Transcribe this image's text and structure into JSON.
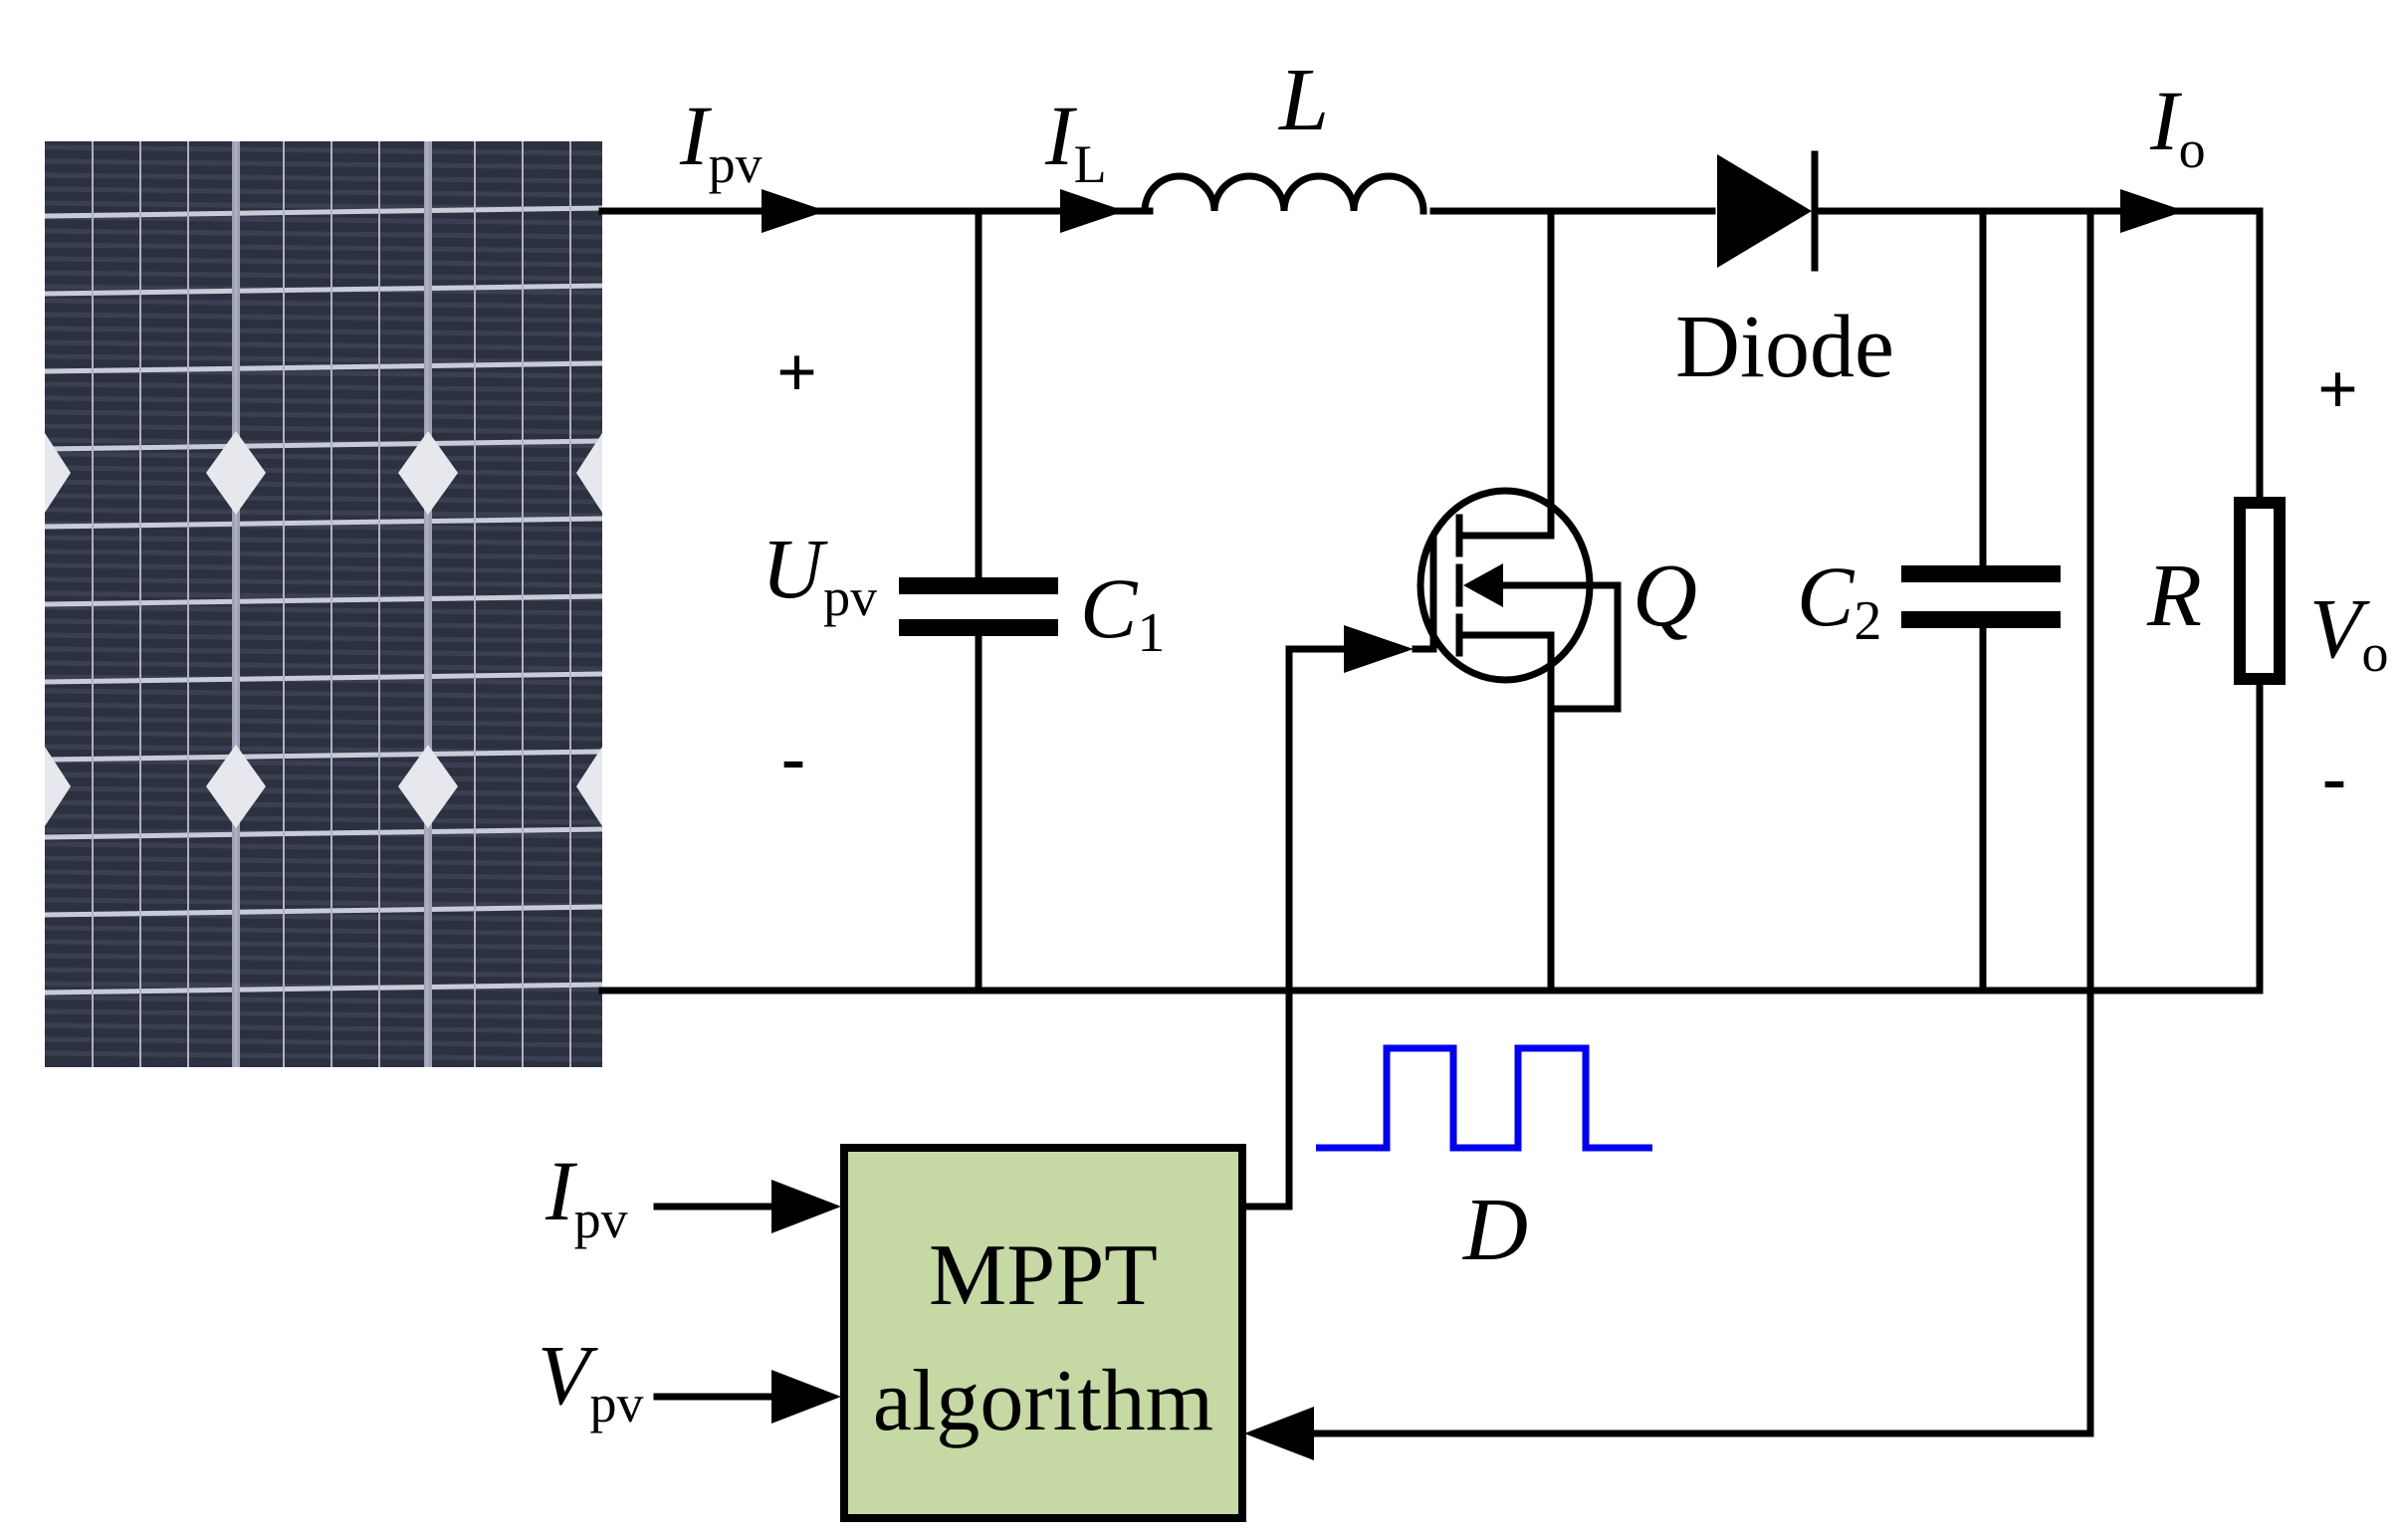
{
  "labels": {
    "i_pv_main": {
      "main": "I",
      "sub": "pv"
    },
    "i_l": {
      "main": "I",
      "sub": "L"
    },
    "inductor": "L",
    "diode": "Diode",
    "i_o": {
      "main": "I",
      "sub": "o"
    },
    "plus_left": "+",
    "minus_left": "-",
    "u_pv": {
      "main": "U",
      "sub": "pv"
    },
    "c1": {
      "main": "C",
      "sub": "1"
    },
    "switch": "Q",
    "c2": {
      "main": "C",
      "sub": "2"
    },
    "resistor": "R",
    "v_o": {
      "main": "V",
      "sub": "o"
    },
    "plus_right": "+",
    "minus_right": "-",
    "duty": "D",
    "mppt_line1": "MPPT",
    "mppt_line2": "algorithm",
    "in_i_pv": {
      "main": "I",
      "sub": "pv"
    },
    "in_v_pv": {
      "main": "V",
      "sub": "pv"
    }
  },
  "colors": {
    "wire": "#000000",
    "mppt_fill": "#c6d8a3",
    "pwm": "#0000ee",
    "panel_cell": "#2c3140",
    "panel_grid": "#c9ccd8"
  }
}
